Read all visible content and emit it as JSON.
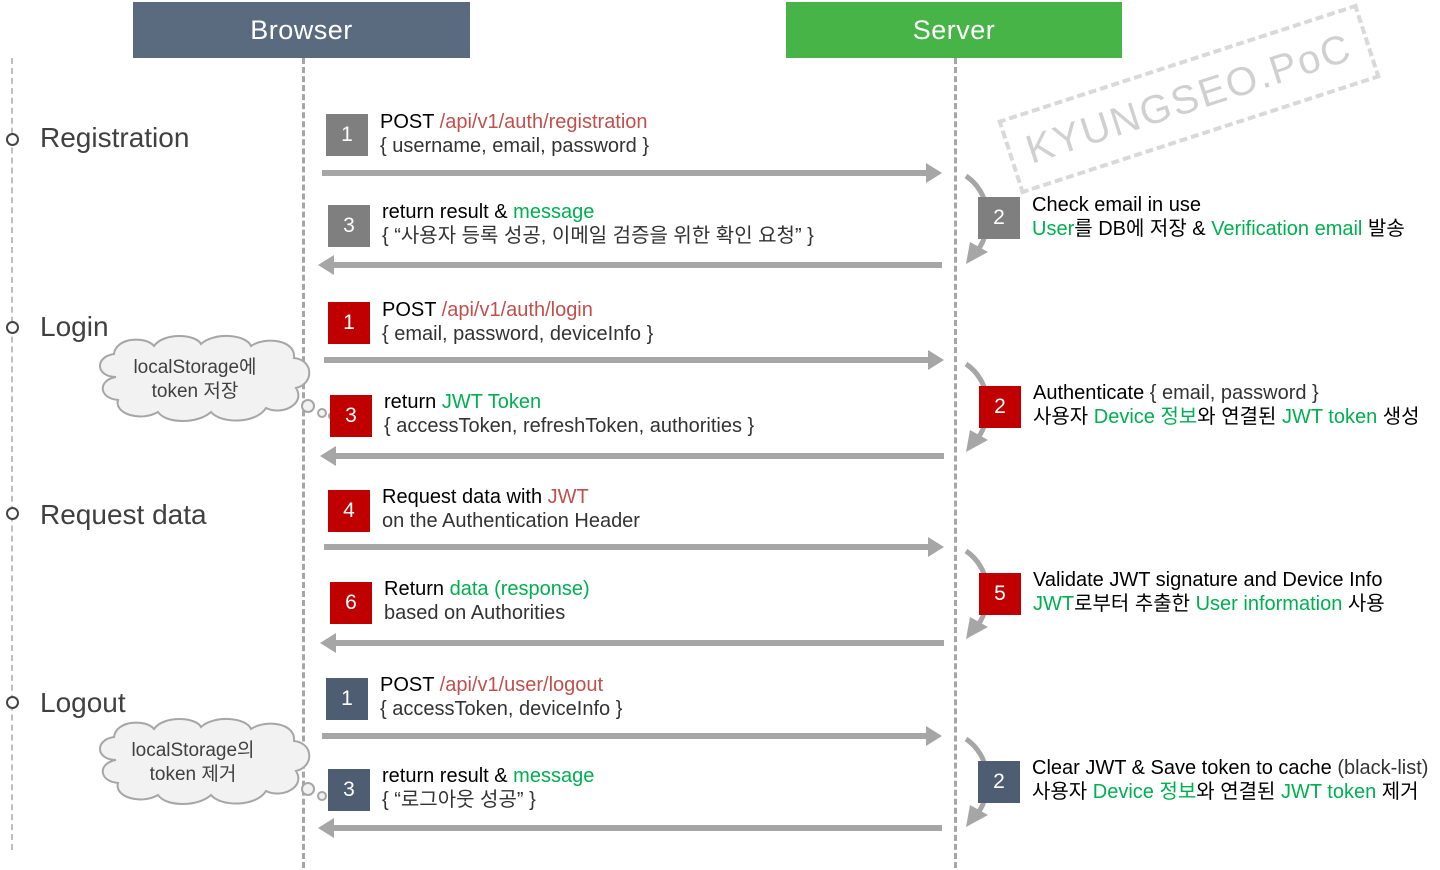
{
  "headers": {
    "browser": "Browser",
    "server": "Server"
  },
  "watermark": "KYUNGSEO.PoC",
  "colors": {
    "browser_header": "#5a6b7f",
    "server_header": "#46b446",
    "step_gray": "#7f7f7f",
    "step_red": "#c00000",
    "step_slate": "#4f5d72",
    "endpoint_red": "#c0504d",
    "highlight_green": "#00b050",
    "arrow_gray": "#a6a6a6"
  },
  "phases": {
    "registration": "Registration",
    "login": "Login",
    "request": "Request data",
    "logout": "Logout"
  },
  "clouds": {
    "login": {
      "line1": "localStorage에",
      "line2": "token 저장"
    },
    "logout": {
      "line1": "localStorage의",
      "line2": "token 제거"
    }
  },
  "registration": {
    "s1": {
      "num": "1",
      "method": "POST ",
      "endpoint": "/api/v1/auth/registration",
      "body": "{ username, email, password }"
    },
    "s2": {
      "num": "2",
      "line1": "Check email in use",
      "l2a": "User",
      "l2b": "를 DB에 저장 & ",
      "l2c": "Verification email",
      "l2d": " 발송"
    },
    "s3": {
      "num": "3",
      "l1a": "return result & ",
      "l1b": "message",
      "body": "{ “사용자 등록 성공, 이메일 검증을 위한 확인 요청” }"
    }
  },
  "login": {
    "s1": {
      "num": "1",
      "method": "POST ",
      "endpoint": "/api/v1/auth/login",
      "body": "{ email, password, deviceInfo }"
    },
    "s2": {
      "num": "2",
      "l1a": "Authenticate",
      "l1b": " { email, password }",
      "l2a": "사용자 ",
      "l2b": "Device 정보",
      "l2c": "와 연결된 ",
      "l2d": "JWT token",
      "l2e": " 생성"
    },
    "s3": {
      "num": "3",
      "l1a": "return ",
      "l1b": "JWT Token",
      "body": "{ accessToken, refreshToken, authorities }"
    }
  },
  "request": {
    "s4": {
      "num": "4",
      "l1a": "Request data with ",
      "l1b": "JWT",
      "body": "on the Authentication Header"
    },
    "s5": {
      "num": "5",
      "line1": "Validate JWT signature and Device Info",
      "l2a": "JWT",
      "l2b": "로부터 추출한 ",
      "l2c": "User information",
      "l2d": " 사용"
    },
    "s6": {
      "num": "6",
      "l1a": "Return ",
      "l1b": "data (response)",
      "body": "based on Authorities"
    }
  },
  "logout": {
    "s1": {
      "num": "1",
      "method": "POST ",
      "endpoint": "/api/v1/user/logout",
      "body": "{ accessToken, deviceInfo }"
    },
    "s2": {
      "num": "2",
      "l1a": "Clear JWT & Save token to cache",
      "l1b": " (black-list)",
      "l2a": "사용자 ",
      "l2b": "Device 정보",
      "l2c": "와 연결된 ",
      "l2d": "JWT token",
      "l2e": " 제거"
    },
    "s3": {
      "num": "3",
      "l1a": "return result & ",
      "l1b": "message",
      "body": "{ “로그아웃 성공” }"
    }
  }
}
